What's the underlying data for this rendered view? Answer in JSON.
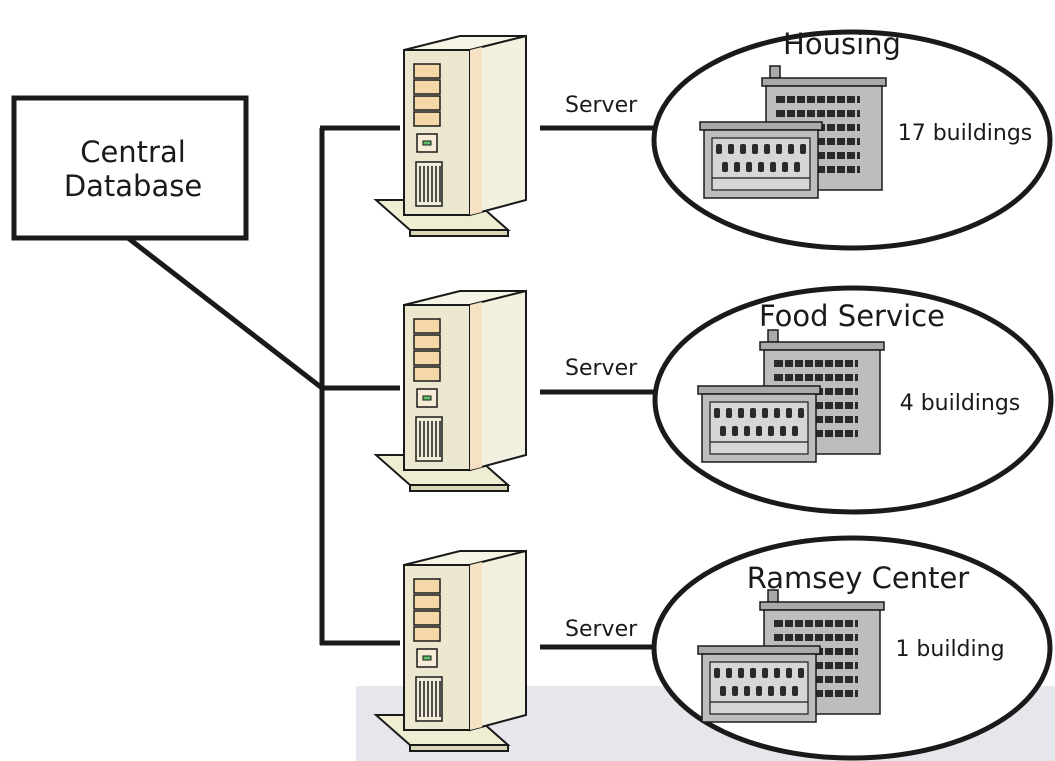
{
  "central_database": {
    "label_line1": "Central",
    "label_line2": "Database"
  },
  "sites": [
    {
      "server_label": "Server",
      "name": "Housing",
      "count_label": "17 buildings"
    },
    {
      "server_label": "Server",
      "name": "Food Service",
      "count_label": "4 buildings"
    },
    {
      "server_label": "Server",
      "name": "Ramsey Center",
      "count_label": "1 building"
    }
  ],
  "colors": {
    "line": "#1a1a1a",
    "server_body": "#f3f2e0",
    "server_side": "#e6e3c8",
    "server_highlight": "#f8e6c8",
    "building": "#a9a9a9",
    "building_light": "#c4c4c4",
    "panel": "#e6e7ec"
  }
}
